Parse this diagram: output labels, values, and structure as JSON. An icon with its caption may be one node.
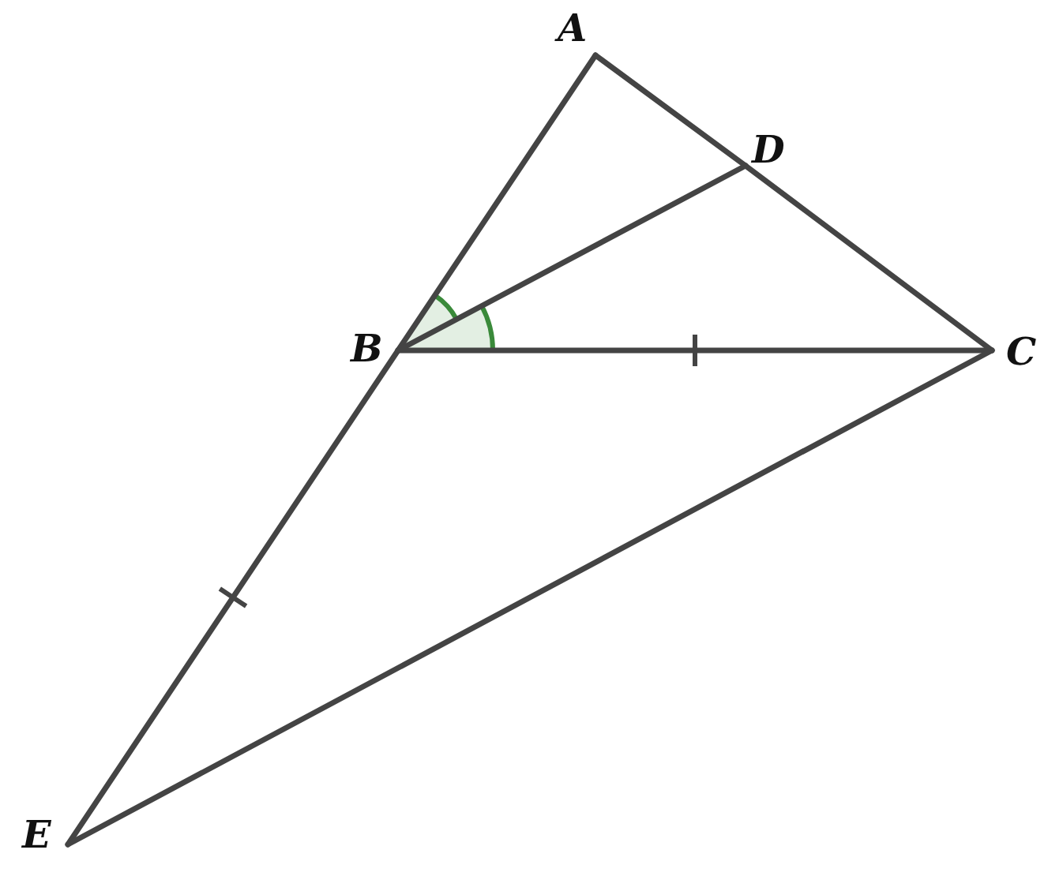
{
  "diagram": {
    "nodes": [
      {
        "text": [
          "A"
        ]
      },
      {
        "text": [
          "D"
        ]
      },
      {
        "text": [
          "B"
        ]
      },
      {
        "text": [
          "C"
        ]
      },
      {
        "text": [
          "E"
        ]
      }
    ],
    "edges": [
      {
        "from": 0,
        "to": 2,
        "arrow": "none"
      },
      {
        "from": 2,
        "to": 4,
        "arrow": "none"
      },
      {
        "from": 0,
        "to": 1,
        "arrow": "none"
      },
      {
        "from": 1,
        "to": 3,
        "arrow": "none"
      },
      {
        "from": 2,
        "to": 1,
        "arrow": "none"
      },
      {
        "from": 2,
        "to": 3,
        "arrow": "none"
      },
      {
        "from": 3,
        "to": 4,
        "arrow": "none"
      }
    ]
  }
}
